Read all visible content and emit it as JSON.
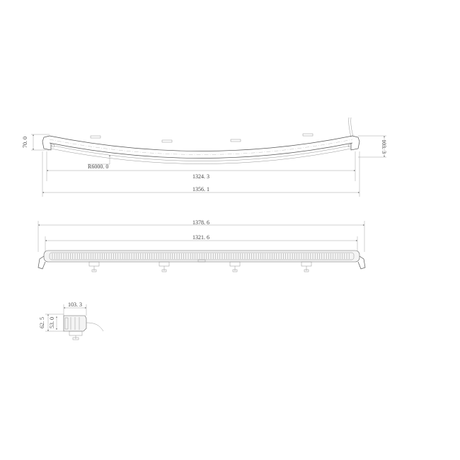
{
  "drawing": {
    "top_view": {
      "radius_label": "R6000. 0",
      "height_label": "70. 0",
      "depth_label": "103. 3",
      "chord_label": "1324. 3",
      "overall_label": "1356. 1"
    },
    "front_view": {
      "overall_label": "1378. 6",
      "inner_label": "1321. 6"
    },
    "side_view": {
      "depth_label": "103. 3",
      "height_label": "62. 5",
      "inner_height_label": "53. 0"
    }
  }
}
